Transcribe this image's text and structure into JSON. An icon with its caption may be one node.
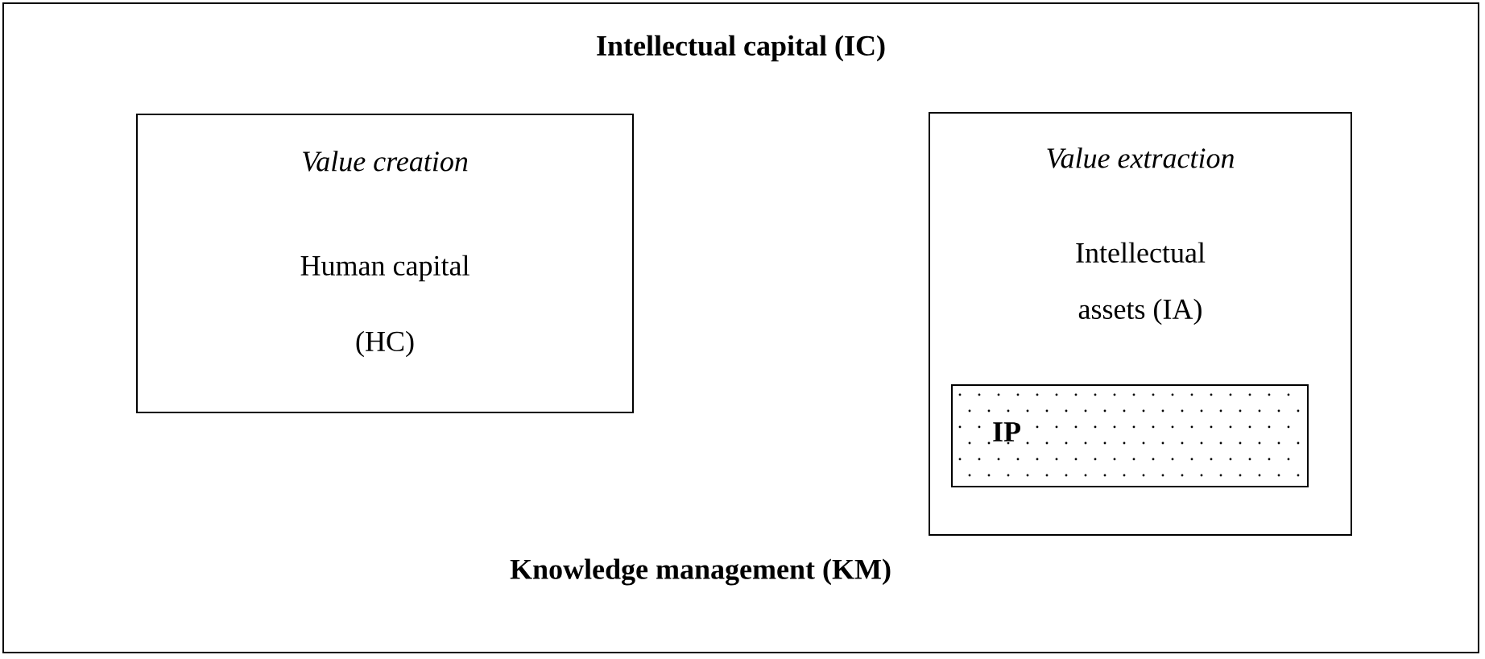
{
  "diagram": {
    "nodes": [
      {
        "text": [
          "Intellectual capital (IC)",
          "Knowledge management (KM)"
        ]
      },
      {
        "text": [
          "Value creation",
          "Human capital (HC)"
        ],
        "in": 0
      },
      {
        "text": [
          "Value extraction",
          "Intellectual assets (IA)"
        ],
        "in": 0
      },
      {
        "text": [
          "IP"
        ],
        "in": 2
      }
    ]
  }
}
